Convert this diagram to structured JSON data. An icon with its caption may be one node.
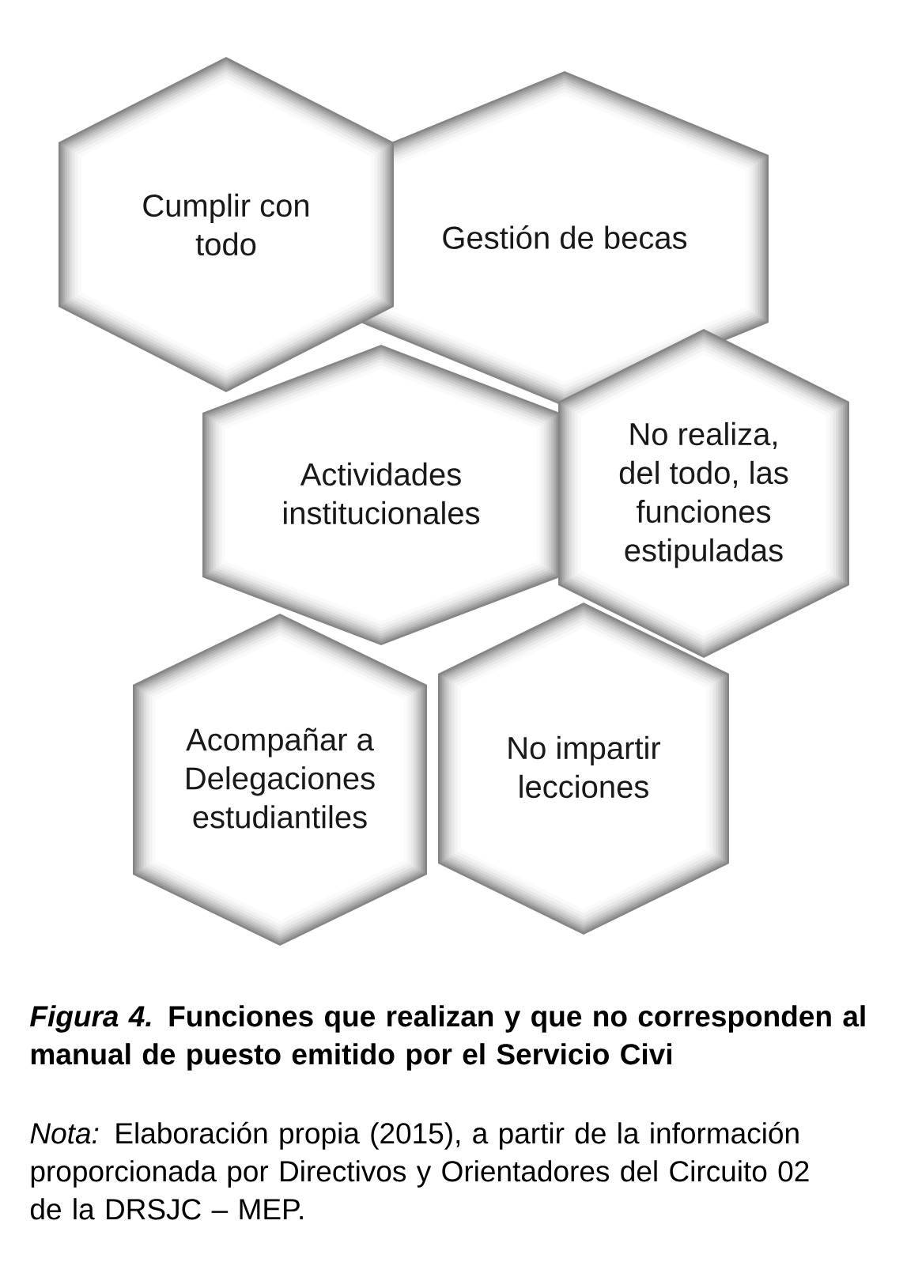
{
  "diagram": {
    "caption": "*Figura 4.* Funciones que realizan y que no corresponden al manual de puesto emitido por el Servicio Civi",
    "nodes": [
      {
        "text": [
          "Cumplir con todo"
        ]
      },
      {
        "text": [
          "Gestión de becas"
        ]
      },
      {
        "text": [
          "Actividades institucionales"
        ]
      },
      {
        "text": [
          "No realiza, del todo, las funciones estipuladas"
        ]
      },
      {
        "text": [
          "Acompañar a Delegaciones estudiantiles"
        ]
      },
      {
        "text": [
          "No impartir lecciones"
        ]
      }
    ],
    "labels": [
      "*Nota:* Elaboración propia (2015), a partir de la información proporcionada por Directivos y Orientadores del Circuito 02 de la DRSJC – MEP."
    ]
  }
}
